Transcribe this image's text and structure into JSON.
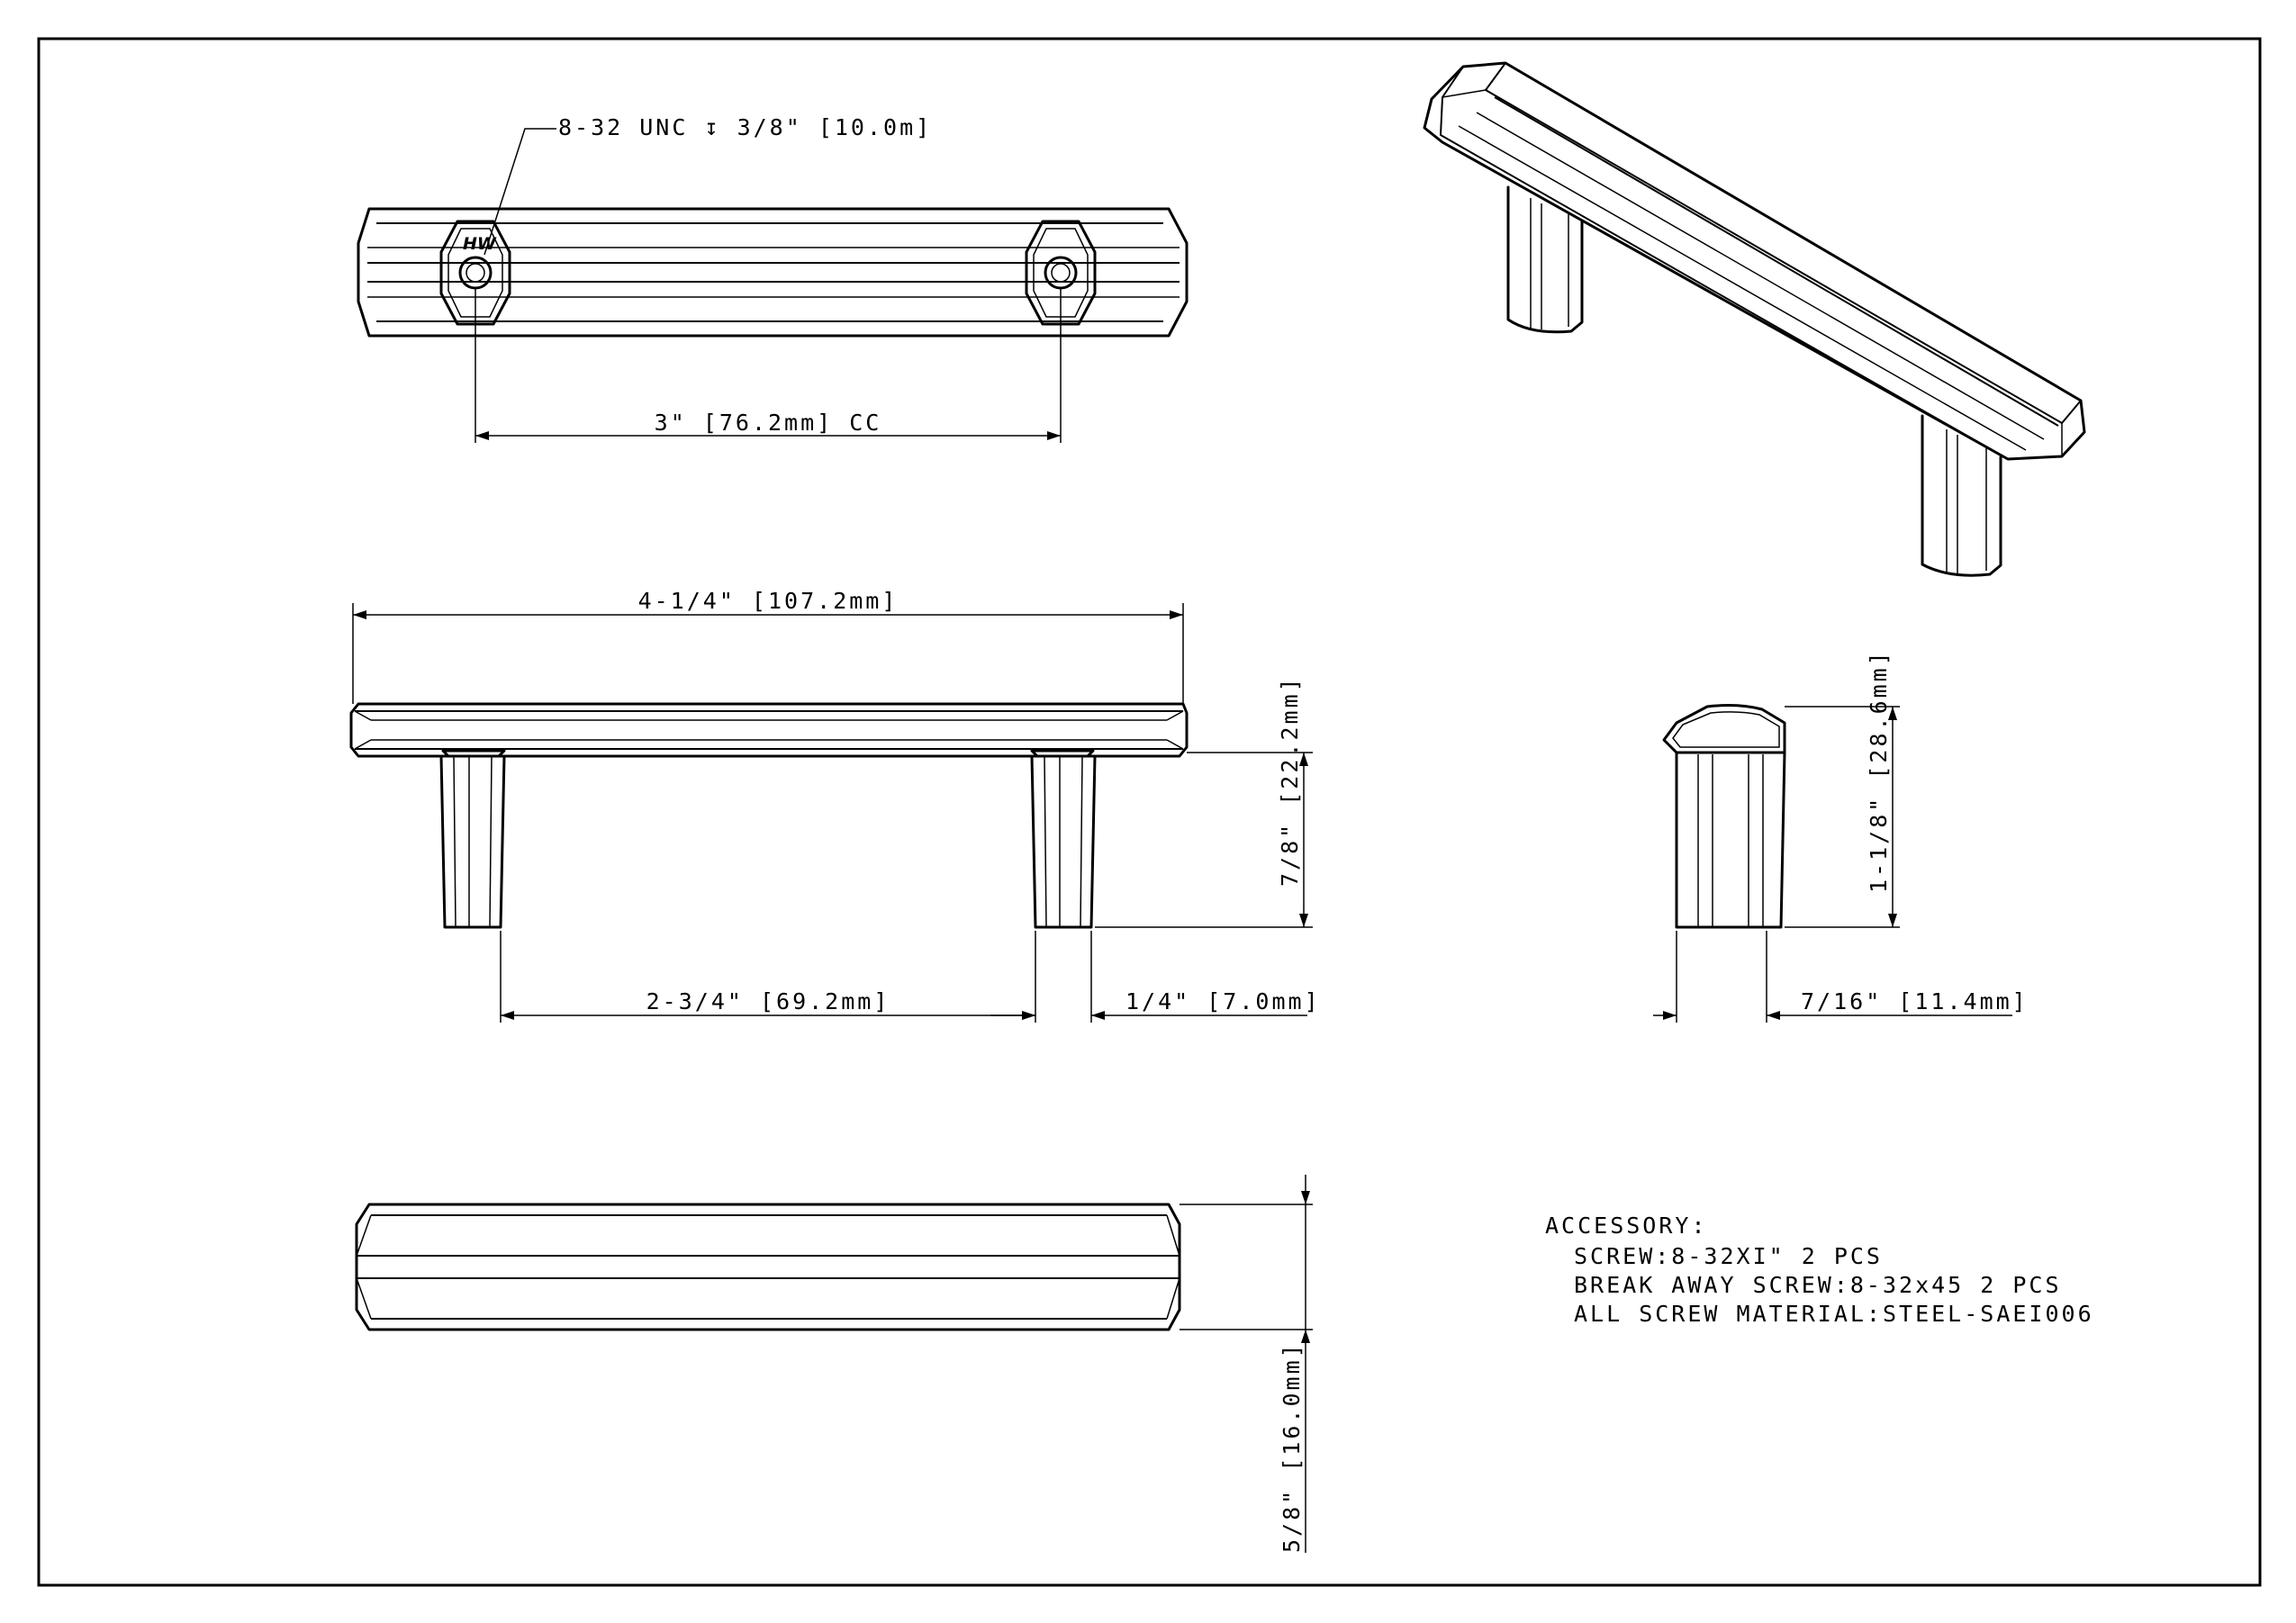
{
  "top_view": {
    "thread_callout": "8-32 UNC ↧ 3/8\" [10.0m]",
    "logo_text": "HW",
    "center_to_center": "3\" [76.2mm] CC"
  },
  "front_view": {
    "overall_length": "4-1/4\" [107.2mm]",
    "height": "7/8\" [22.2mm]",
    "clearance": "2-3/4\" [69.2mm]",
    "post_width": "1/4\" [7.0mm]"
  },
  "side_view": {
    "height": "1-1/8\" [28.6mm]",
    "depth": "7/16\" [11.4mm]"
  },
  "bottom_view": {
    "bar_height": "5/8\" [16.0mm]"
  },
  "notes": {
    "heading": "ACCESSORY:",
    "lines": [
      "SCREW:8-32XI\" 2 PCS",
      "BREAK AWAY SCREW:8-32x45 2 PCS",
      "ALL SCREW MATERIAL:STEEL-SAEI006"
    ]
  }
}
